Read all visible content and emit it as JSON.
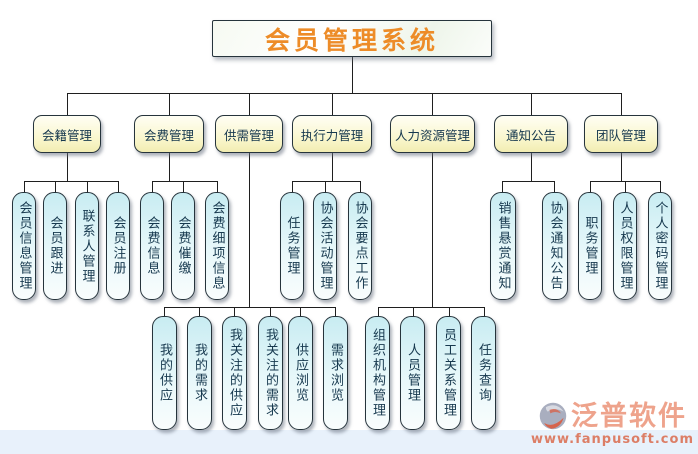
{
  "title": "会员管理系统",
  "colors": {
    "title_text": "#ED8C28",
    "branch_fill": "#FAF7CF",
    "leaf_fill": "#C8ECF2",
    "connector": "#1F1F1F",
    "footer_strip": "#E8F1FB",
    "watermark_orange": "#DB6A4D"
  },
  "tree": {
    "root": "会员管理系统",
    "branches": [
      {
        "label": "会籍管理",
        "children": [
          "会员信息管理",
          "会员跟进",
          "联系人管理",
          "会员注册"
        ]
      },
      {
        "label": "会费管理",
        "children": [
          "会费信息",
          "会费催缴",
          "会费细项信息"
        ]
      },
      {
        "label": "供需管理",
        "children": [
          "我的供应",
          "我的需求",
          "我关注的供应",
          "我关注的需求",
          "供应浏览",
          "需求浏览"
        ]
      },
      {
        "label": "执行力管理",
        "children": [
          "任务管理",
          "协会活动管理",
          "协会要点工作"
        ]
      },
      {
        "label": "人力资源管理",
        "children": [
          "组织机构管理",
          "人员管理",
          "员工关系管理",
          "任务查询"
        ]
      },
      {
        "label": "通知公告",
        "children": [
          "销售悬赏通知",
          "协会通知公告"
        ]
      },
      {
        "label": "团队管理",
        "children": [
          "职务管理",
          "人员权限管理",
          "个人密码管理"
        ]
      }
    ]
  },
  "watermark": {
    "name": "泛普软件",
    "url": "www.fanpusoft.com"
  }
}
